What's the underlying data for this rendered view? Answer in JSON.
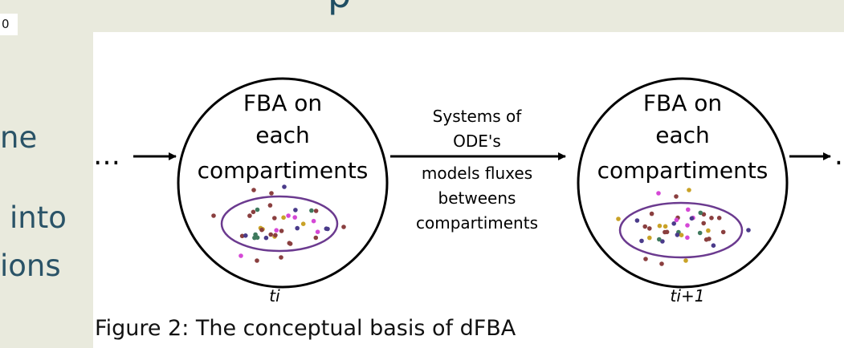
{
  "page_tag": "0",
  "slide_title_fragment": "p",
  "side_text": [
    "ne",
    "into",
    "ions"
  ],
  "diagram": {
    "ellipsis_left": "…",
    "ellipsis_right": ".",
    "left_node": {
      "line1": "FBA on",
      "line2": "each",
      "line3": "compartiments",
      "time_label": "ti"
    },
    "right_node": {
      "line1": "FBA on",
      "line2": "each",
      "line3": "compartiments",
      "time_label": "ti+1"
    },
    "middle_label": [
      "Systems of",
      "ODE's",
      "models fluxes",
      "betweens",
      "compartiments"
    ]
  },
  "caption": "Figure 2: The conceptual basis of dFBA",
  "colors": {
    "background": "#e9eadd",
    "side_text": "#2a5367",
    "membrane": "#6b3a8f",
    "dot_brown": "#8a3f3f",
    "dot_purple": "#4a3b8a",
    "dot_gold": "#c9a227",
    "dot_green": "#3f7a5e",
    "dot_magenta": "#d548d6"
  }
}
